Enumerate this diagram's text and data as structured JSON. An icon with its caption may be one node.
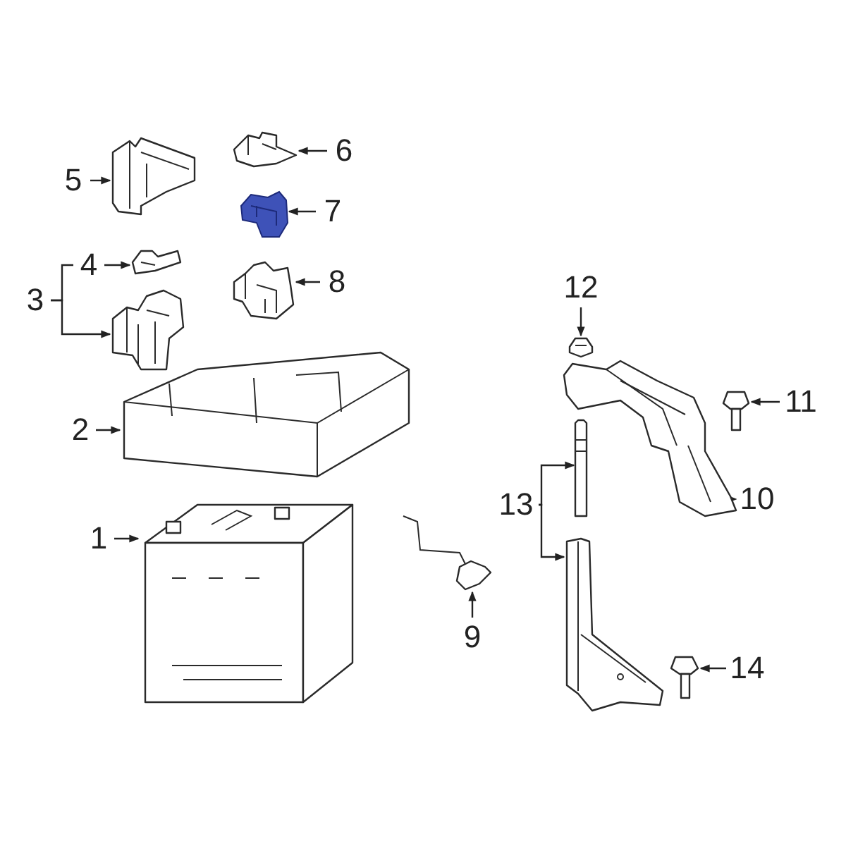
{
  "diagram": {
    "nodes": [
      {
        "text": [
          "5"
        ]
      },
      {
        "text": [],
        "shape": "picture"
      },
      {
        "text": [
          "6"
        ]
      },
      {
        "text": [],
        "shape": "picture"
      },
      {
        "text": [
          "7"
        ]
      },
      {
        "text": [],
        "shape": "picture"
      },
      {
        "text": [
          "4"
        ]
      },
      {
        "text": [],
        "shape": "picture"
      },
      {
        "text": [
          "3"
        ]
      },
      {
        "text": [],
        "shape": "picture"
      },
      {
        "text": [
          "8"
        ]
      },
      {
        "text": [],
        "shape": "picture"
      },
      {
        "text": [
          "12"
        ]
      },
      {
        "text": [],
        "shape": "picture"
      },
      {
        "text": [
          "2"
        ]
      },
      {
        "text": [],
        "shape": "picture"
      },
      {
        "text": [
          "11"
        ]
      },
      {
        "text": [],
        "shape": "picture"
      },
      {
        "text": [
          "13"
        ]
      },
      {
        "text": [],
        "shape": "picture"
      },
      {
        "text": [],
        "shape": "picture"
      },
      {
        "text": [
          "10"
        ]
      },
      {
        "text": [],
        "shape": "picture"
      },
      {
        "text": [
          "1"
        ]
      },
      {
        "text": [],
        "shape": "picture"
      },
      {
        "text": [
          "9"
        ]
      },
      {
        "text": [],
        "shape": "picture"
      },
      {
        "text": [
          "14"
        ]
      },
      {
        "text": [],
        "shape": "picture"
      }
    ],
    "edges": [
      {
        "from": 0,
        "to": 1,
        "arrow": "to"
      },
      {
        "from": 2,
        "to": 3,
        "arrow": "to"
      },
      {
        "from": 4,
        "to": 5,
        "arrow": "to"
      },
      {
        "from": 6,
        "to": 7,
        "arrow": "to"
      },
      {
        "from": 8,
        "to": 6,
        "arrow": "none"
      },
      {
        "from": 8,
        "to": 9,
        "arrow": "to"
      },
      {
        "from": 10,
        "to": 11,
        "arrow": "to"
      },
      {
        "from": 12,
        "to": 13,
        "arrow": "to"
      },
      {
        "from": 14,
        "to": 15,
        "arrow": "to"
      },
      {
        "from": 16,
        "to": 17,
        "arrow": "to"
      },
      {
        "from": 18,
        "to": 19,
        "arrow": "to"
      },
      {
        "from": 18,
        "to": 20,
        "arrow": "to"
      },
      {
        "from": 21,
        "to": 22,
        "arrow": "to"
      },
      {
        "from": 23,
        "to": 24,
        "arrow": "to"
      },
      {
        "from": 25,
        "to": 26,
        "arrow": "to"
      },
      {
        "from": 27,
        "to": 28,
        "arrow": "to"
      }
    ]
  }
}
